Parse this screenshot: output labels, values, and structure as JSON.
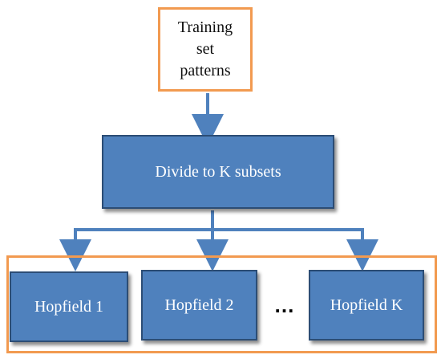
{
  "diagram": {
    "source_label": "Training set patterns",
    "divide_label": "Divide to K subsets",
    "hopfield_1_label": "Hopfield 1",
    "hopfield_2_label": "Hopfield 2",
    "ellipsis": "…",
    "hopfield_k_label": "Hopfield K"
  },
  "colors": {
    "box_fill": "#4f81bd",
    "box_border": "#2c4d75",
    "frame_orange": "#f29a50",
    "arrow": "#4f81bd",
    "text_on_blue": "#ffffff"
  }
}
